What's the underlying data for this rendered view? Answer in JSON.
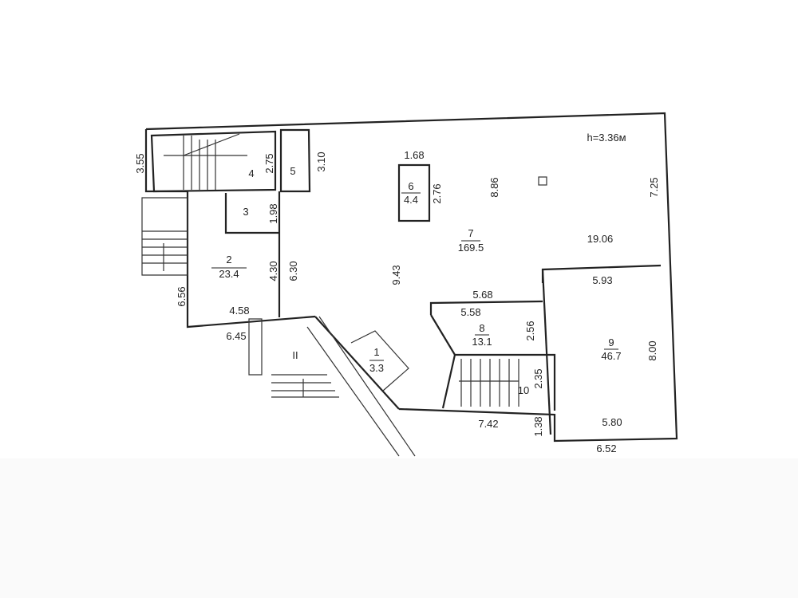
{
  "height_note": "h=3.36м",
  "rooms": [
    {
      "num": "1",
      "area": "3.3"
    },
    {
      "num": "2",
      "area": "23.4"
    },
    {
      "num": "3"
    },
    {
      "num": "4"
    },
    {
      "num": "5"
    },
    {
      "num": "6",
      "area": "4.4"
    },
    {
      "num": "7",
      "area": "169.5"
    },
    {
      "num": "8",
      "area": "13.1"
    },
    {
      "num": "9",
      "area": "46.7"
    },
    {
      "num": "10"
    }
  ],
  "entrance_label": "II",
  "dimensions": {
    "d355": "3.55",
    "d275": "2.75",
    "d310": "3.10",
    "d198": "1.98",
    "d168": "1.68",
    "d276": "2.76",
    "d886": "8.86",
    "d725": "7.25",
    "d1906": "19.06",
    "d943": "9.43",
    "d430": "4.30",
    "d630": "6.30",
    "d656": "6.56",
    "d458": "4.58",
    "d645": "6.45",
    "d568": "5.68",
    "d558": "5.58",
    "d593": "5.93",
    "d256": "2.56",
    "d235": "2.35",
    "d800": "8.00",
    "d742": "7.42",
    "d138": "1.38",
    "d580": "5.80",
    "d652": "6.52"
  }
}
